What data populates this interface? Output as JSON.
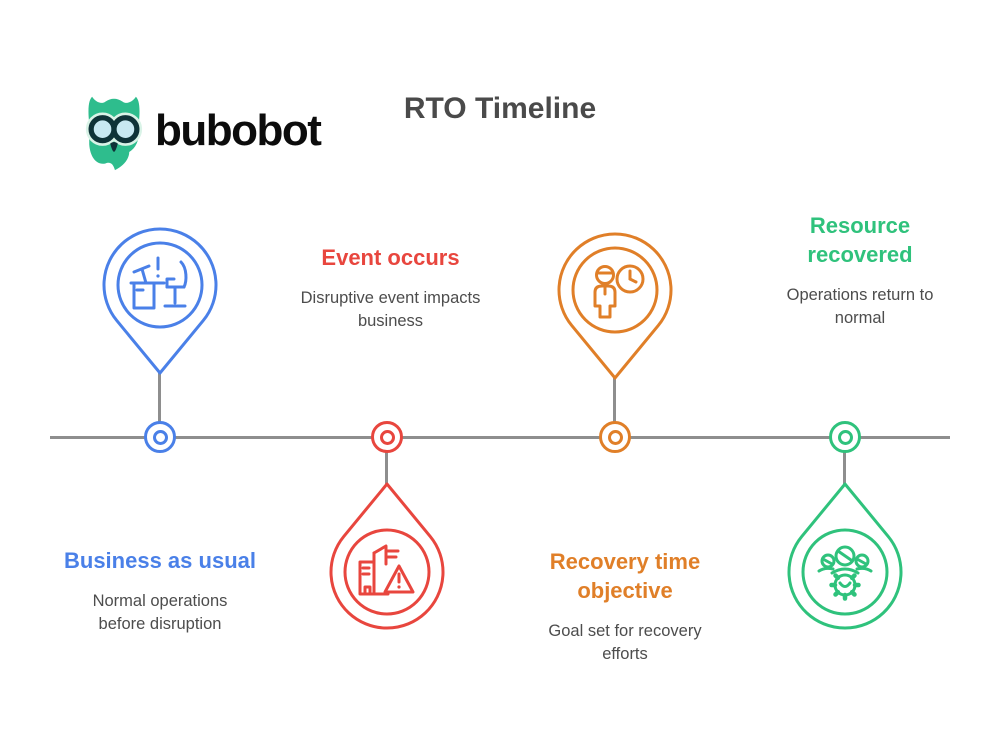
{
  "header": {
    "logo_text": "bubobot",
    "title": "RTO Timeline"
  },
  "colors": {
    "axis_gray": "#8E8E8E",
    "title_gray": "#4A4A4A",
    "body_gray": "#4D4D4D",
    "logo_green": "#2EBD8D",
    "logo_eye_ring": "#0F3338",
    "logo_eye_fill": "#C8E9F2",
    "logo_text_black": "#0C0C0C"
  },
  "milestones": [
    {
      "id": "business-as-usual",
      "title": "Business as usual",
      "description": "Normal operations before disruption",
      "color": "#4A80E8",
      "icon": "desk-workspace-icon",
      "pin_side": "above",
      "text_side": "below"
    },
    {
      "id": "event-occurs",
      "title": "Event occurs",
      "description": "Disruptive event impacts business",
      "color": "#E8463E",
      "icon": "building-alert-icon",
      "pin_side": "below",
      "text_side": "above"
    },
    {
      "id": "recovery-time-objective",
      "title": "Recovery time objective",
      "description": "Goal set for recovery efforts",
      "color": "#E07F28",
      "icon": "person-clock-icon",
      "pin_side": "above",
      "text_side": "below"
    },
    {
      "id": "resource-recovered",
      "title": "Resource recovered",
      "description": "Operations return to normal",
      "color": "#2FC27C",
      "icon": "team-gear-icon",
      "pin_side": "below",
      "text_side": "above"
    }
  ]
}
